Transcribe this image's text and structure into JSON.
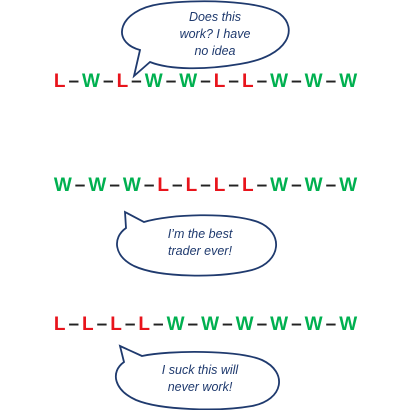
{
  "sequences": [
    {
      "id": "top",
      "tokens": [
        "L",
        "W",
        "L",
        "W",
        "W",
        "L",
        "L",
        "W",
        "W",
        "W"
      ]
    },
    {
      "id": "middle",
      "tokens": [
        "W",
        "W",
        "W",
        "L",
        "L",
        "L",
        "L",
        "W",
        "W",
        "W"
      ]
    },
    {
      "id": "bottom",
      "tokens": [
        "L",
        "L",
        "L",
        "L",
        "W",
        "W",
        "W",
        "W",
        "W",
        "W"
      ]
    }
  ],
  "bubbles": {
    "top": {
      "lines": [
        "Does this",
        "work?  I have",
        "no idea"
      ]
    },
    "middle": {
      "lines": [
        "I’m the best",
        "trader ever!"
      ]
    },
    "bottom": {
      "lines": [
        "I suck this will",
        "never work!"
      ]
    }
  },
  "colors": {
    "win": "#00b050",
    "loss": "#e8141c",
    "dash": "#222222",
    "bubble_border": "#1f3a6e",
    "bubble_text": "#1f3a6e"
  }
}
